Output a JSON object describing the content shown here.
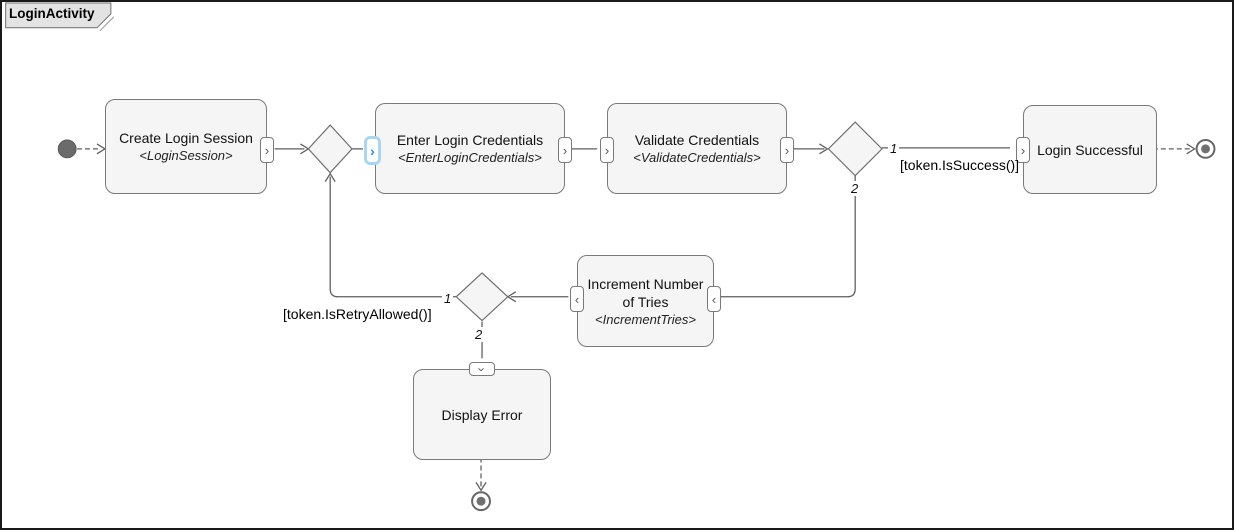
{
  "frame": {
    "title": "LoginActivity"
  },
  "diagram_type": "uml-activity-diagram",
  "nodes": {
    "create_login_session": {
      "title": "Create Login Session",
      "stereotype": "<LoginSession>"
    },
    "enter_login_credentials": {
      "title": "Enter Login Credentials",
      "stereotype": "<EnterLoginCredentials>"
    },
    "validate_credentials": {
      "title": "Validate Credentials",
      "stereotype": "<ValidateCredentials>"
    },
    "login_successful": {
      "title": "Login Successful"
    },
    "increment_tries": {
      "title": "Increment Number of Tries",
      "stereotype": "<IncrementTries>"
    },
    "display_error": {
      "title": "Display Error"
    }
  },
  "edges": {
    "d2_branch1": "1",
    "d2_branch2": "2",
    "d3_branch1": "1",
    "d3_branch2": "2",
    "success_guard": "[token.IsSuccess()]",
    "retry_guard": "[token.IsRetryAllowed()]"
  },
  "icons": {
    "chevron_right": "›",
    "chevron_left": "‹",
    "chevron_down": "›"
  },
  "colors": {
    "node_fill": "#f5f5f5",
    "node_border": "#7a7a7a",
    "edge": "#5f5f5f",
    "selected_pin_accent": "#2e8fd5",
    "selected_pin_glow": "#a9d6f2",
    "initial_node": "#6b6b6b",
    "frame_border": "#1a1a1a",
    "tab_fill": "#e3e3e3"
  }
}
